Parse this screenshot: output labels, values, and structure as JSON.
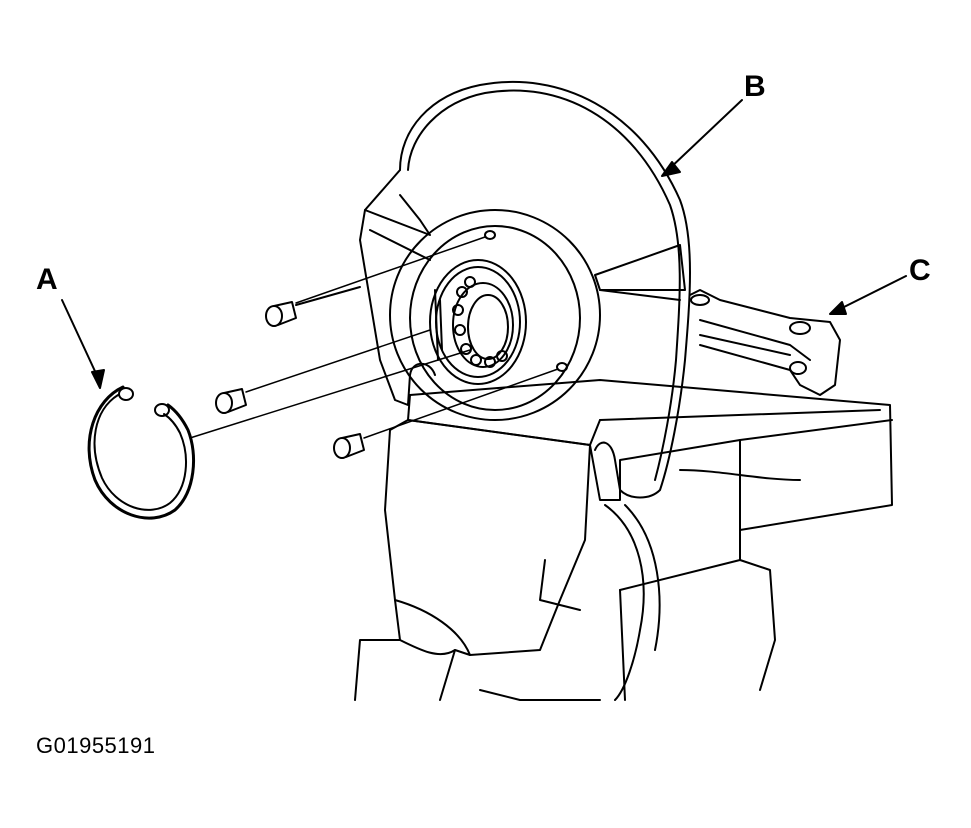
{
  "callouts": {
    "a": "A",
    "b": "B",
    "c": "C"
  },
  "figure_id": "G01955191",
  "colors": {
    "line": "#000000",
    "background": "#ffffff"
  }
}
